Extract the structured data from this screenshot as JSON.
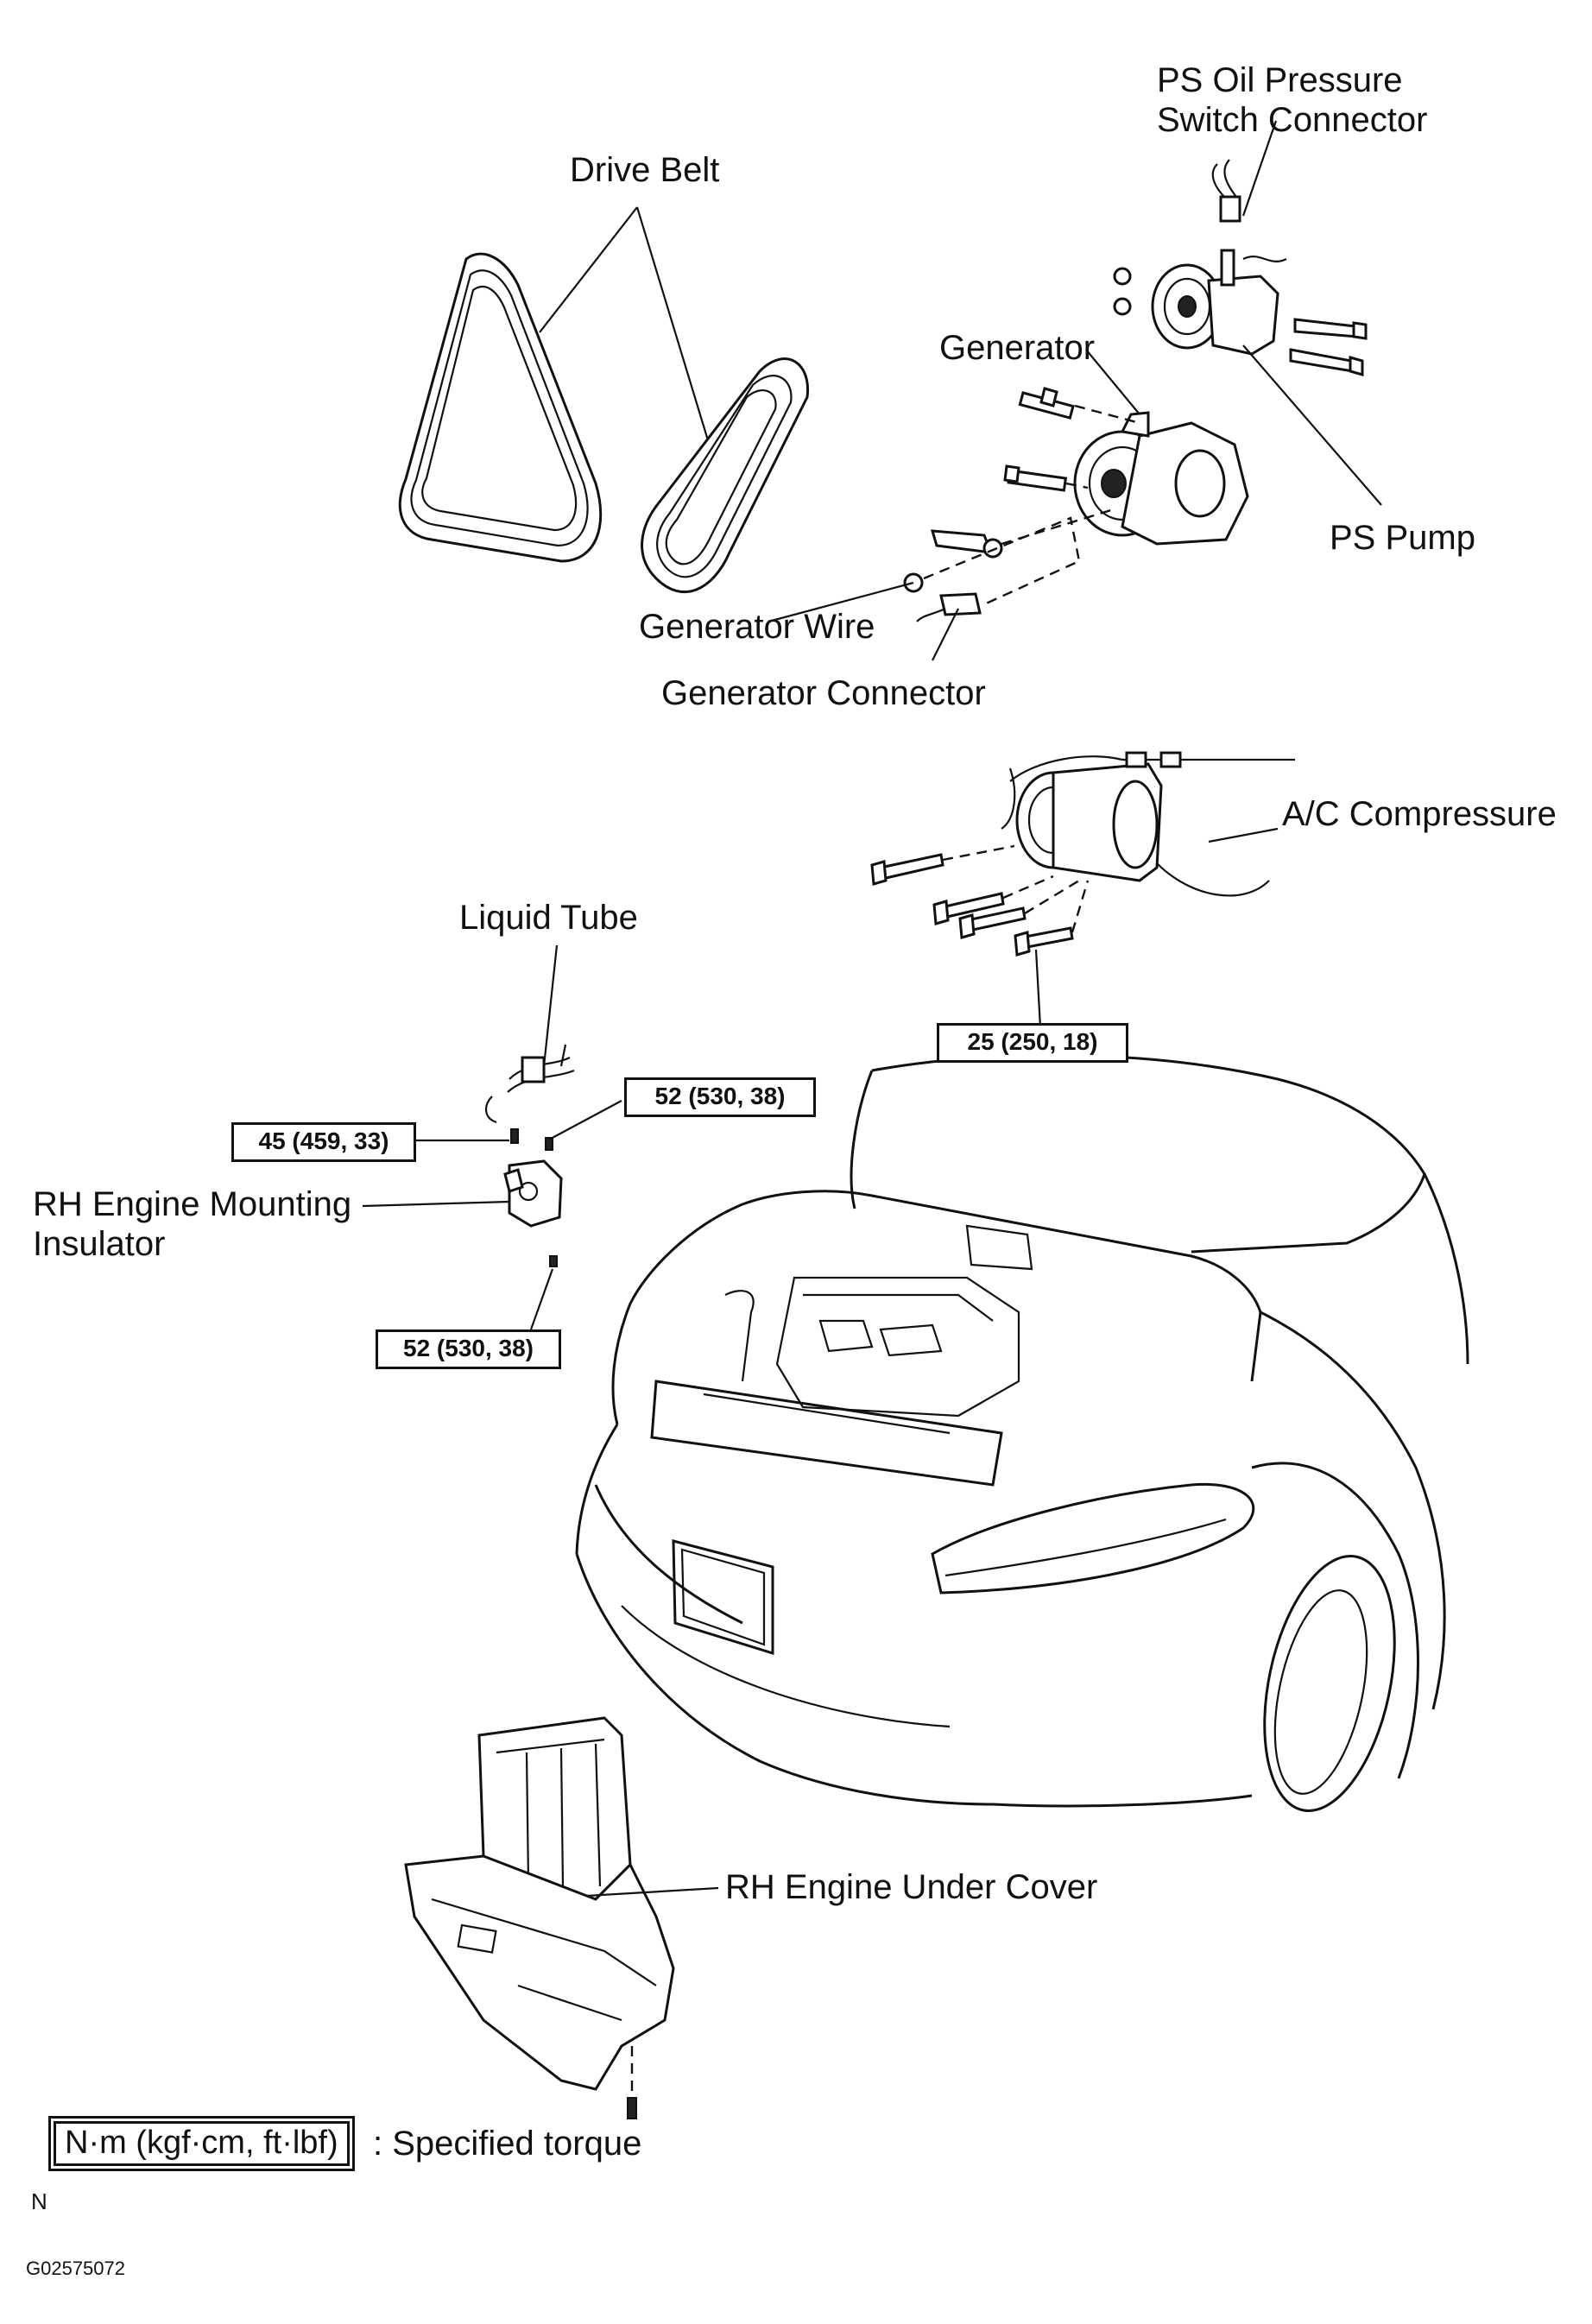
{
  "labels": {
    "ps_oil_pressure_line1": "PS Oil Pressure",
    "ps_oil_pressure_line2": "Switch Connector",
    "drive_belt": "Drive Belt",
    "generator": "Generator",
    "ps_pump": "PS Pump",
    "generator_wire": "Generator Wire",
    "generator_connector": "Generator Connector",
    "ac_compressure": "A/C Compressure",
    "liquid_tube": "Liquid Tube",
    "rh_engine_mounting_line1": "RH Engine Mounting",
    "rh_engine_mounting_line2": "Insulator",
    "rh_engine_under_cover": "RH Engine Under Cover"
  },
  "torques": {
    "ac_bolts": "25 (250, 18)",
    "mount_upper_right": "52 (530, 38)",
    "mount_upper_left": "45 (459, 33)",
    "mount_lower": "52 (530, 38)"
  },
  "legend": {
    "unit_box": "N·m (kgf·cm, ft·lbf)",
    "description": ": Specified torque"
  },
  "footer": {
    "code_letter": "N",
    "figure_id": "G02575072"
  }
}
